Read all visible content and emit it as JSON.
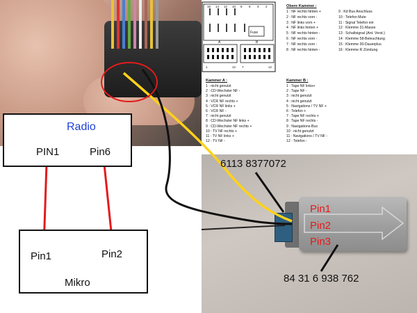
{
  "pinout": {
    "obere_title": "Obere Kammer :",
    "obere_items": [
      "1 : NF rechts hinten +",
      "2 : NF rechts vorn -",
      "3 : NF links vorn +",
      "4 : NF links hinten +",
      "5 : NF rechts hinten -",
      "6 : NF rechts vorn -",
      "7 : NF rechts vorn -",
      "8 : NF rechts hinten -",
      "9 : Kd Bus Anschluss",
      "10 : Telefon Mute",
      "11 : Signal Telefon ein",
      "12 : Klemme 31-Masse",
      "13 : Schaltsignal (Ant. Verst.)",
      "14 : Klemme 58-Beleuchtung",
      "15 : Klemme 30-Dauerplus",
      "16 : Klemme R Zündung"
    ],
    "kammer_a_title": "Kammer A :",
    "kammer_a_items": [
      "1 : nicht genutzt",
      "2 : CD-Wechsler NF -",
      "3 : nicht genutzt",
      "4 : VCR NF rechts +",
      "5 : VCR NF links +",
      "6 : VCR NF -",
      "7 : nicht genutzt",
      "8 : CD-Wechsler NF links +",
      "9 : CD-Wechsler NF rechts +",
      "10 : TV NF rechts +",
      "11 : TV NF links +",
      "12 : TV NF -"
    ],
    "kammer_b_title": "Kammer B :",
    "kammer_b_items": [
      "1 : Tape NF links+",
      "2 : Tape NF -",
      "3 : nicht genutzt",
      "4 : nicht genutzt",
      "5 : Navigations / TV NF +",
      "6 : Telefon +",
      "7 : Tape NF rechts +",
      "8 : Tape NF rechts -",
      "9 : Navigations-Bus",
      "10 : nicht genutzt",
      "11 : Navigations / TV NF -",
      "12 : Telefon -"
    ],
    "diagram": {
      "top_numbers": [
        "16",
        "14",
        "12",
        "10",
        "8",
        "6",
        "4",
        "2"
      ],
      "fuse_label": "Fuse",
      "section_a": "A",
      "section_b": "B",
      "bottom_numbers": [
        "1",
        "12",
        "7",
        "12"
      ]
    }
  },
  "wiring": {
    "radio_label": "Radio",
    "radio_pin1": "PIN1",
    "radio_pin6": "Pin6",
    "mikro_pin1": "Pin1",
    "mikro_pin2": "Pin2",
    "mikro_label": "Mikro"
  },
  "annotations": {
    "part_number_top": "6113 8377072",
    "part_number_bottom": "84 31 6 938 762",
    "plug_pins": [
      "Pin1",
      "Pin2",
      "Pin3"
    ]
  },
  "colors": {
    "radio_text": "#1f3fd6",
    "red_wire": "#e31b1b",
    "yellow_wire": "#ffd21a",
    "black_wire": "#111111",
    "highlight_circle": "#e31b1b",
    "plug_pin_text": "#e31b1b"
  }
}
